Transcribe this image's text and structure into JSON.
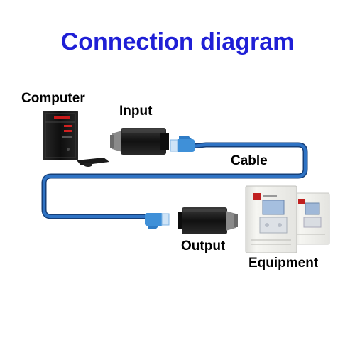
{
  "title": "Connection diagram",
  "labels": {
    "computer": "Computer",
    "input": "Input",
    "cable": "Cable",
    "output": "Output",
    "equipment": "Equipment"
  },
  "colors": {
    "title": "#1f1fd6",
    "cable": "#1f5fae",
    "connector_plug": "#3f90d8",
    "adapter": "#1c1c1c",
    "equipment_body": "#f0f0ec"
  }
}
